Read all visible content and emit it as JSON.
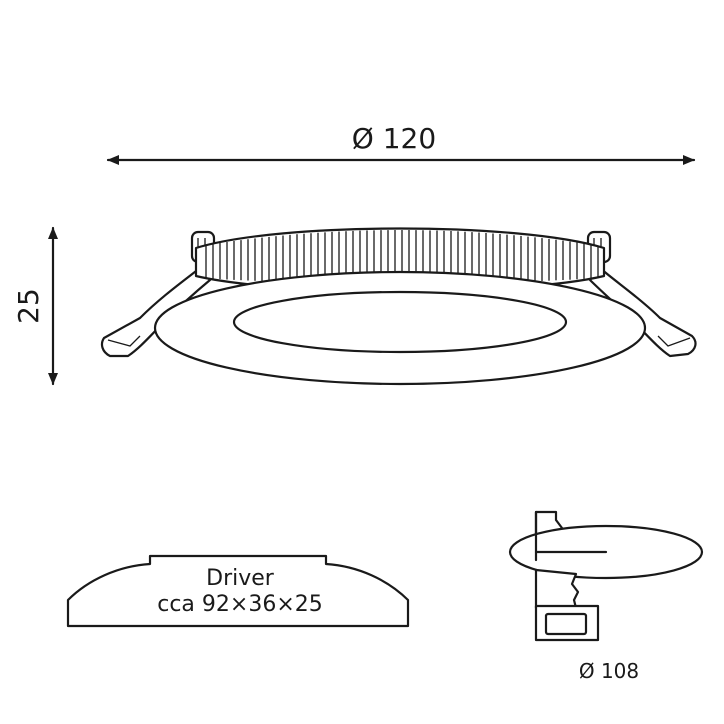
{
  "dimensions": {
    "diameter_label": "Ø 120",
    "height_label": "25",
    "cutout_label": "Ø 108"
  },
  "driver": {
    "title": "Driver",
    "size": "cca 92×36×25"
  }
}
